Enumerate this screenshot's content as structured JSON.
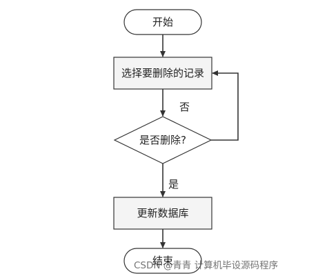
{
  "flowchart": {
    "nodes": {
      "start": {
        "text": "开始",
        "shape": "terminator"
      },
      "select": {
        "text": "选择要删除的记录",
        "shape": "process"
      },
      "decision": {
        "text": "是否删除?",
        "shape": "decision"
      },
      "update": {
        "text": "更新数据库",
        "shape": "process"
      },
      "end": {
        "text": "结束",
        "shape": "terminator"
      }
    },
    "edges": [
      {
        "from": "start",
        "to": "select",
        "label": ""
      },
      {
        "from": "select",
        "to": "decision",
        "label": "否"
      },
      {
        "from": "decision",
        "to": "update",
        "label": "是"
      },
      {
        "from": "decision",
        "to": "select",
        "label": ""
      },
      {
        "from": "update",
        "to": "end",
        "label": ""
      }
    ],
    "edge_labels": {
      "no": "否",
      "yes": "是"
    }
  },
  "watermark": "CSDN @青青 计算机毕设源码程序",
  "colors": {
    "stroke": "#333333",
    "fill_terminator": "#ffffff",
    "fill_process": "#f4f4f4",
    "fill_decision": "#ffffff"
  }
}
